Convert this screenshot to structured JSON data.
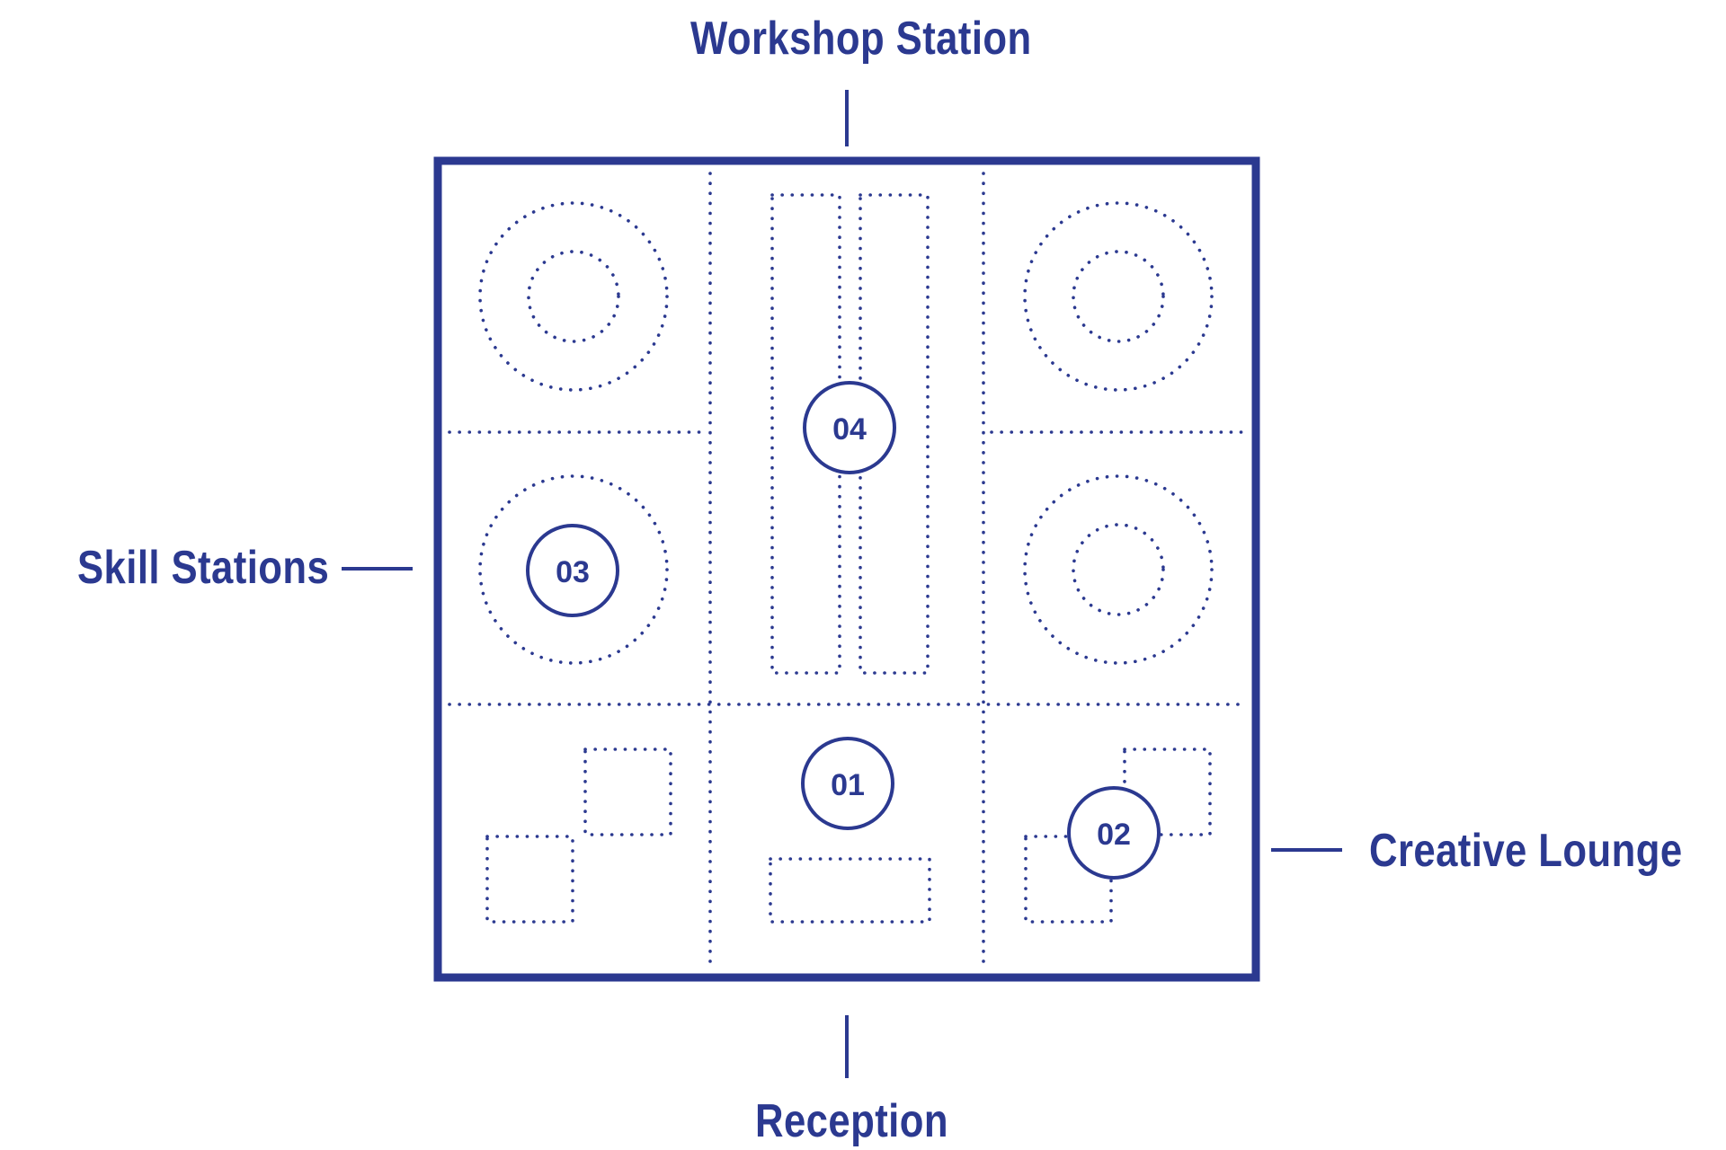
{
  "colors": {
    "accent": "#2b3990",
    "background": "#ffffff"
  },
  "labels": {
    "top": "Workshop Station",
    "left": "Skill Stations",
    "right": "Creative Lounge",
    "bottom": "Reception"
  },
  "markers": [
    "04",
    "03",
    "01",
    "02"
  ]
}
